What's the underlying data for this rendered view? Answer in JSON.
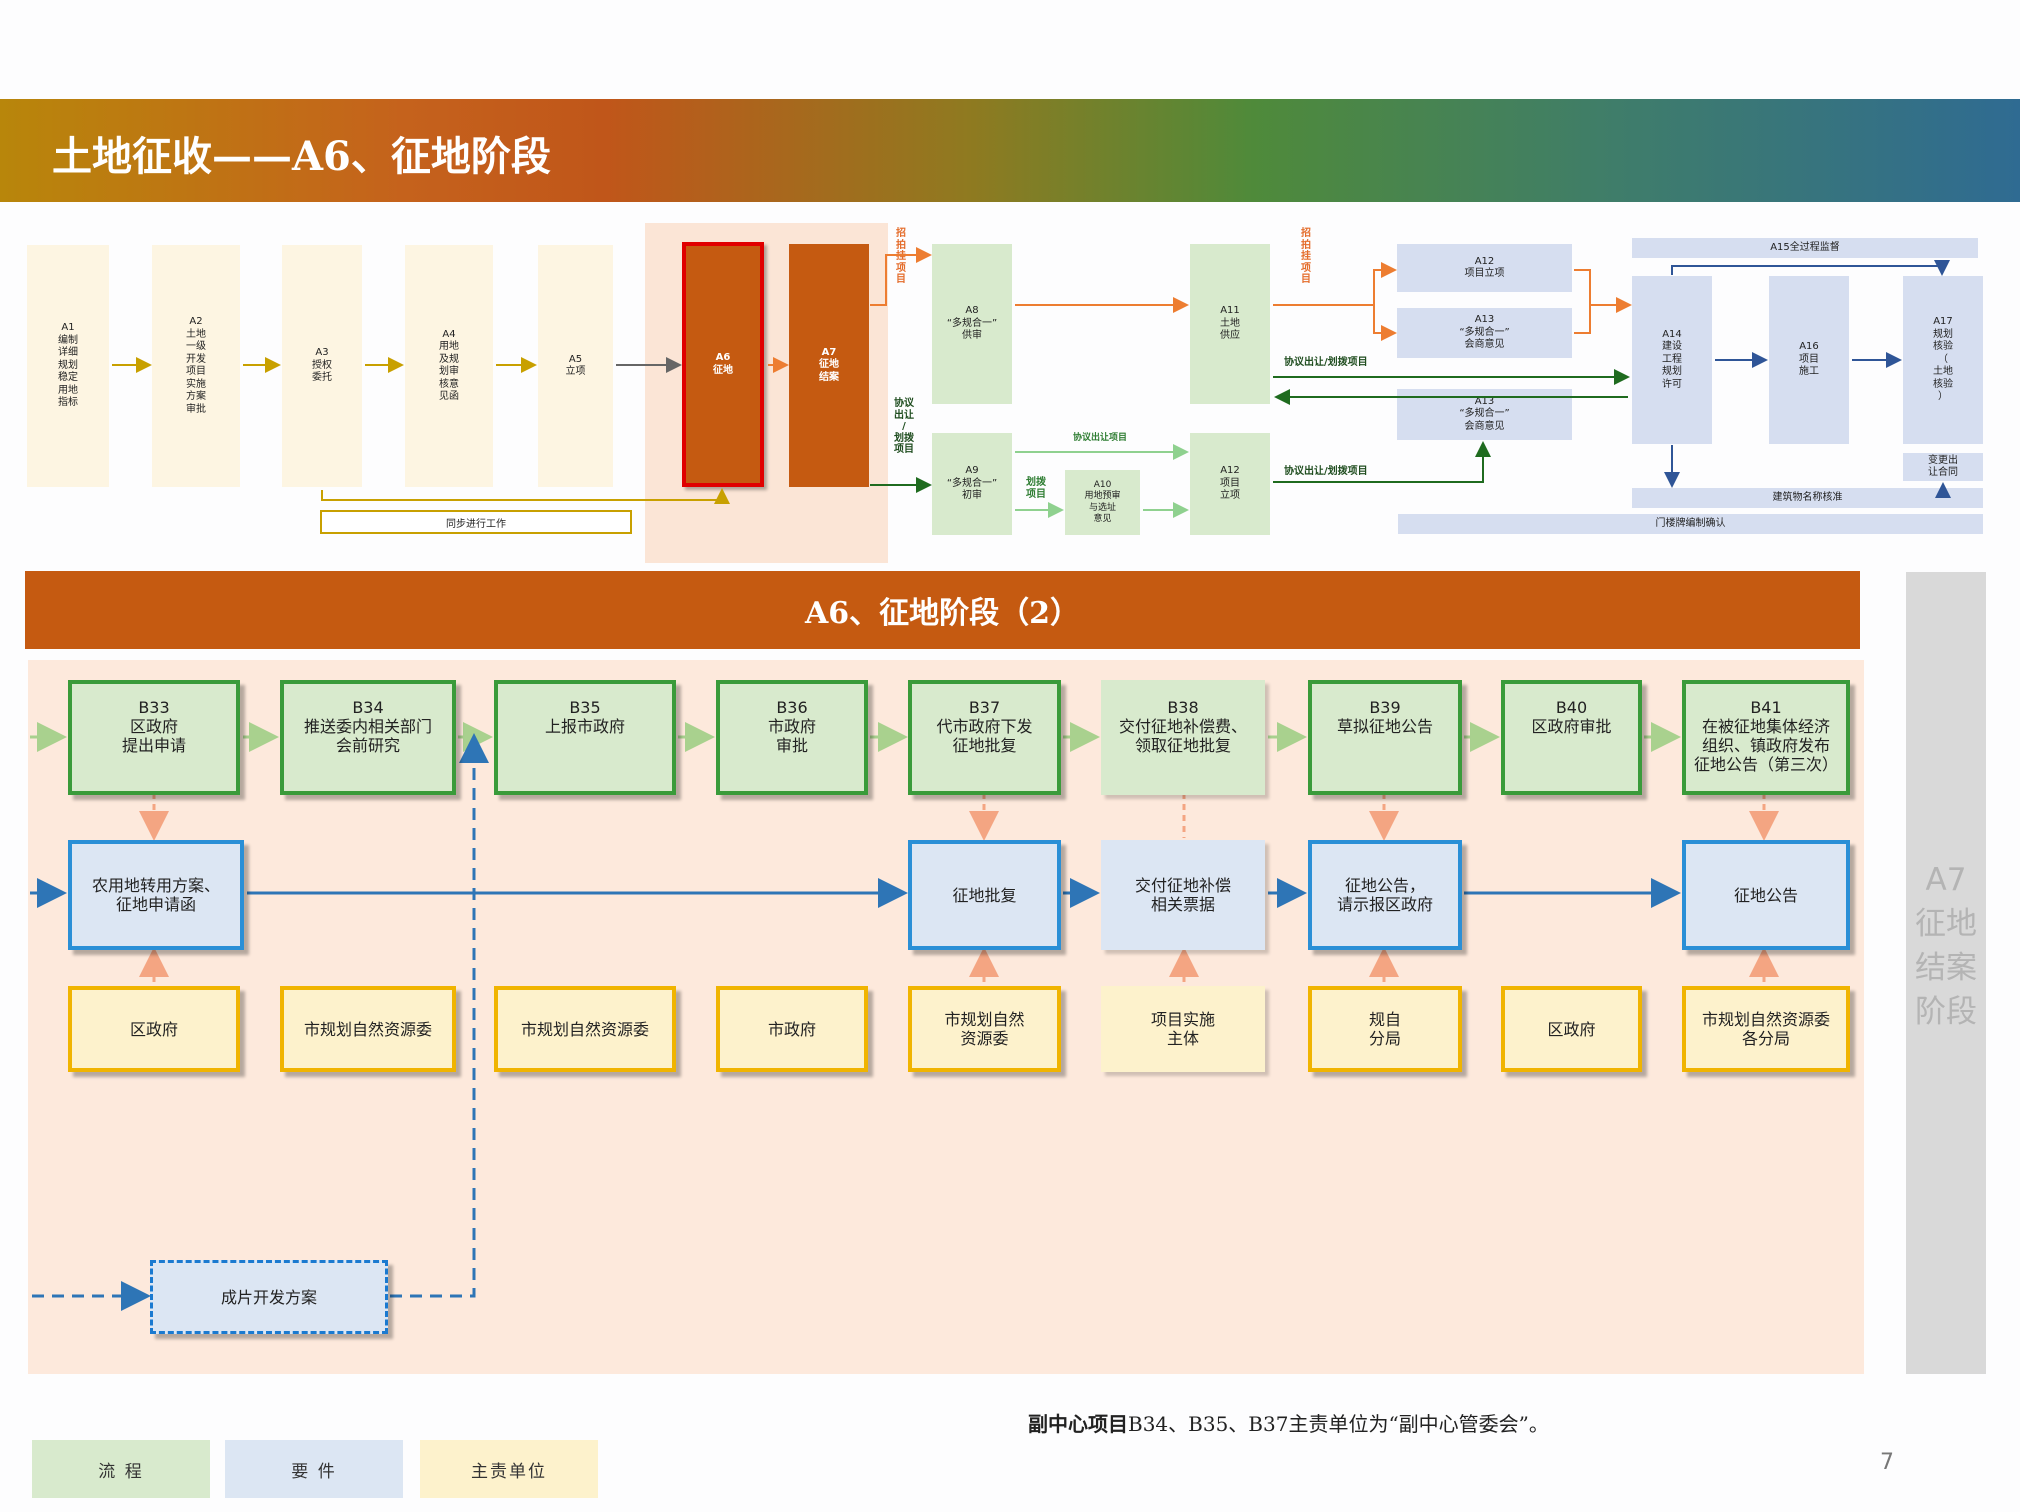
{
  "header": {
    "title": "土地征收——A6、征地阶段"
  },
  "overview": {
    "a1": "A1\n编制\n详细\n规划\n稳定\n用地\n指标",
    "a2": "A2\n土地\n一级\n开发\n项目\n实施\n方案\n审批",
    "a3": "A3\n授权\n委托",
    "a4": "A4\n用地\n及规\n划审\n核意\n见函",
    "a5": "A5\n立项",
    "a6": "A6\n征地",
    "a7": "A7\n征地\n结案",
    "a8": "A8\n“多规合一”\n供审",
    "a9": "A9\n“多规合一”\n初审",
    "a10": "A10\n用地预审\n与选址\n意见",
    "a11": "A11\n土地\n供应",
    "a12a": "A12\n项目立项",
    "a12b": "A12\n项目\n立项",
    "a13a": "A13\n“多规合一”\n会商意见",
    "a13b": "A13\n“多规合一”\n会商意见",
    "a14": "A14\n建设\n工程\n规划\n许可",
    "a15": "A15全过程监督",
    "a16": "A16\n项目\n施工",
    "a17": "A17\n规划\n核验\n（\n土地\n核验\n）",
    "change": "变更出\n让合同",
    "building_name": "建筑物名称核准",
    "door_plate": "门楼牌编制确认",
    "sync": "同步进行工作",
    "label_auction_1": "招\n拍\n挂\n项\n目",
    "label_auction_2": "招\n拍\n挂\n项\n目",
    "label_agreement": "协议\n出让\n/\n划拨\n项目",
    "label_agreement_sale": "协议出让项目",
    "label_allocate": "划拨\n项目",
    "label_agree_alloc_1": "协议出让/划拨项目",
    "label_agree_alloc_2": "协议出让/划拨项目"
  },
  "section": {
    "title": "A6、征地阶段（2）"
  },
  "process": [
    {
      "id": "b33",
      "text": "B33\n区政府\n提出申请"
    },
    {
      "id": "b34",
      "text": "B34\n推送委内相关部门\n会前研究"
    },
    {
      "id": "b35",
      "text": "B35\n上报市政府"
    },
    {
      "id": "b36",
      "text": "B36\n市政府\n审批"
    },
    {
      "id": "b37",
      "text": "B37\n代市政府下发\n征地批复"
    },
    {
      "id": "b38",
      "text": "B38\n交付征地补偿费、\n领取征地批复"
    },
    {
      "id": "b39",
      "text": "B39\n草拟征地公告"
    },
    {
      "id": "b40",
      "text": "B40\n区政府审批"
    },
    {
      "id": "b41",
      "text": "B41\n在被征地集体经济\n组织、镇政府发布\n征地公告（第三次）"
    }
  ],
  "elements": {
    "e1": "农用地转用方案、\n征地申请函",
    "e2": "征地批复",
    "e3": "交付征地补偿\n相关票据",
    "e4": "征地公告，\n请示报区政府",
    "e5": "征地公告",
    "dev_plan": "成片开发方案"
  },
  "units": {
    "u1": "区政府",
    "u2": "市规划自然资源委",
    "u3": "市规划自然资源委",
    "u4": "市政府",
    "u5": "市规划自然\n资源委",
    "u6": "项目实施\n主体",
    "u7": "规自\n分局",
    "u8": "区政府",
    "u9": "市规划自然资源委\n各分局"
  },
  "side": {
    "text": "A7\n征地\n结案\n阶段"
  },
  "legend": {
    "flow": "流  程",
    "element": "要  件",
    "unit": "主责单位"
  },
  "note": {
    "bold": "副中心项目",
    "rest": "B34、B35、B37主责单位为“副中心管委会”。"
  },
  "page": {
    "number": "7"
  },
  "colors": {
    "flow": "#d8eacd",
    "element": "#dce6f3",
    "unit": "#fdf2cc",
    "accent": "#c55a11"
  }
}
